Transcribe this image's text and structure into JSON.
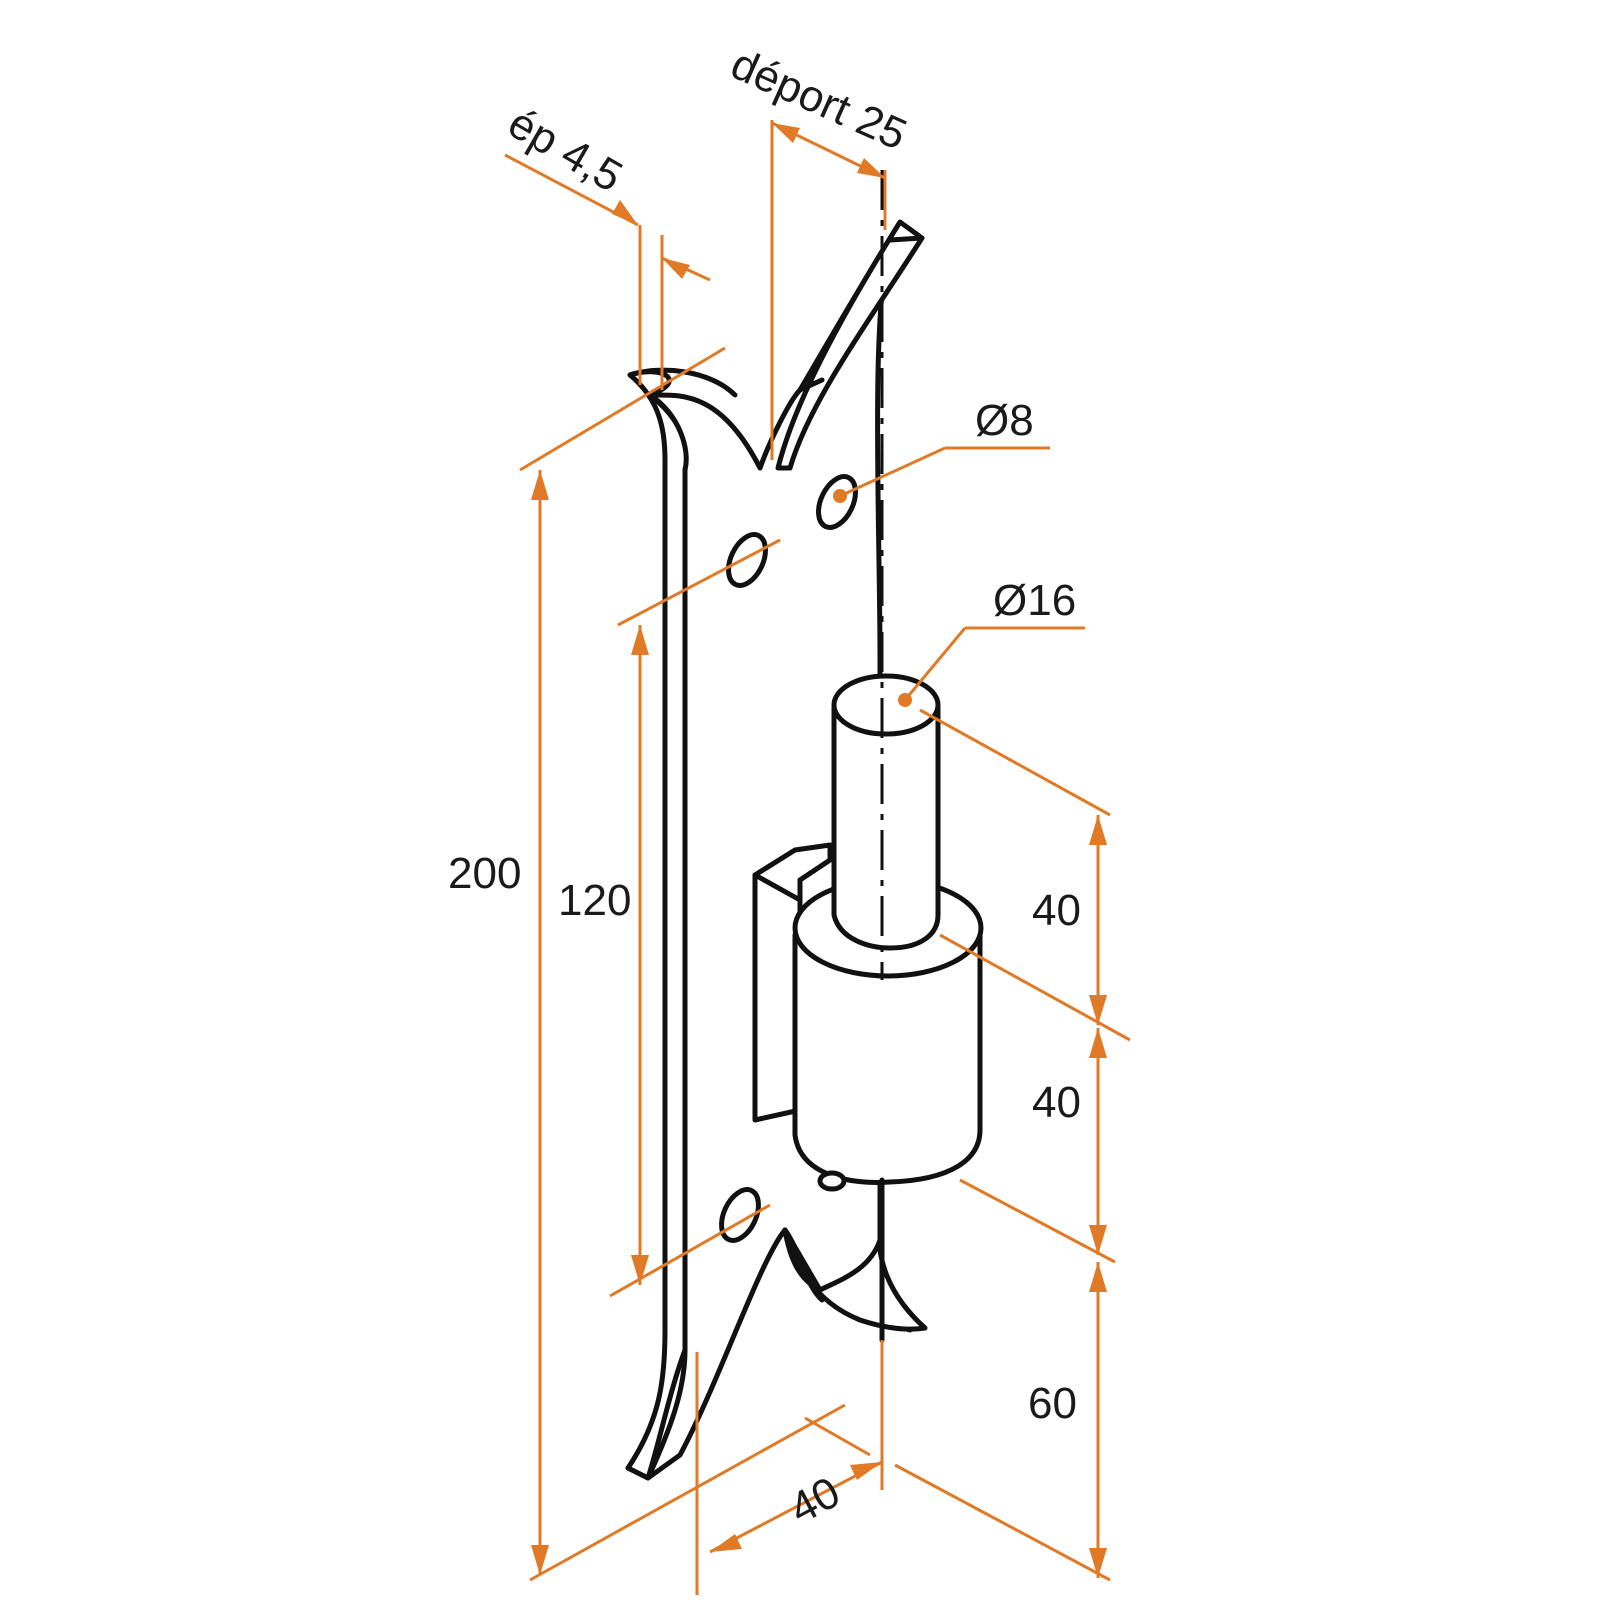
{
  "colors": {
    "dimension": "#e07a26",
    "outline": "#111111",
    "background": "#ffffff"
  },
  "dimensions": {
    "offset": "déport  25",
    "thickness": "ép 4,5",
    "hole_diameter": "Ø8",
    "pin_diameter": "Ø16",
    "total_height": "200",
    "hole_spacing": "120",
    "pin_height": "40",
    "knuckle_height": "40",
    "bottom_height": "60",
    "plate_width": "40"
  }
}
